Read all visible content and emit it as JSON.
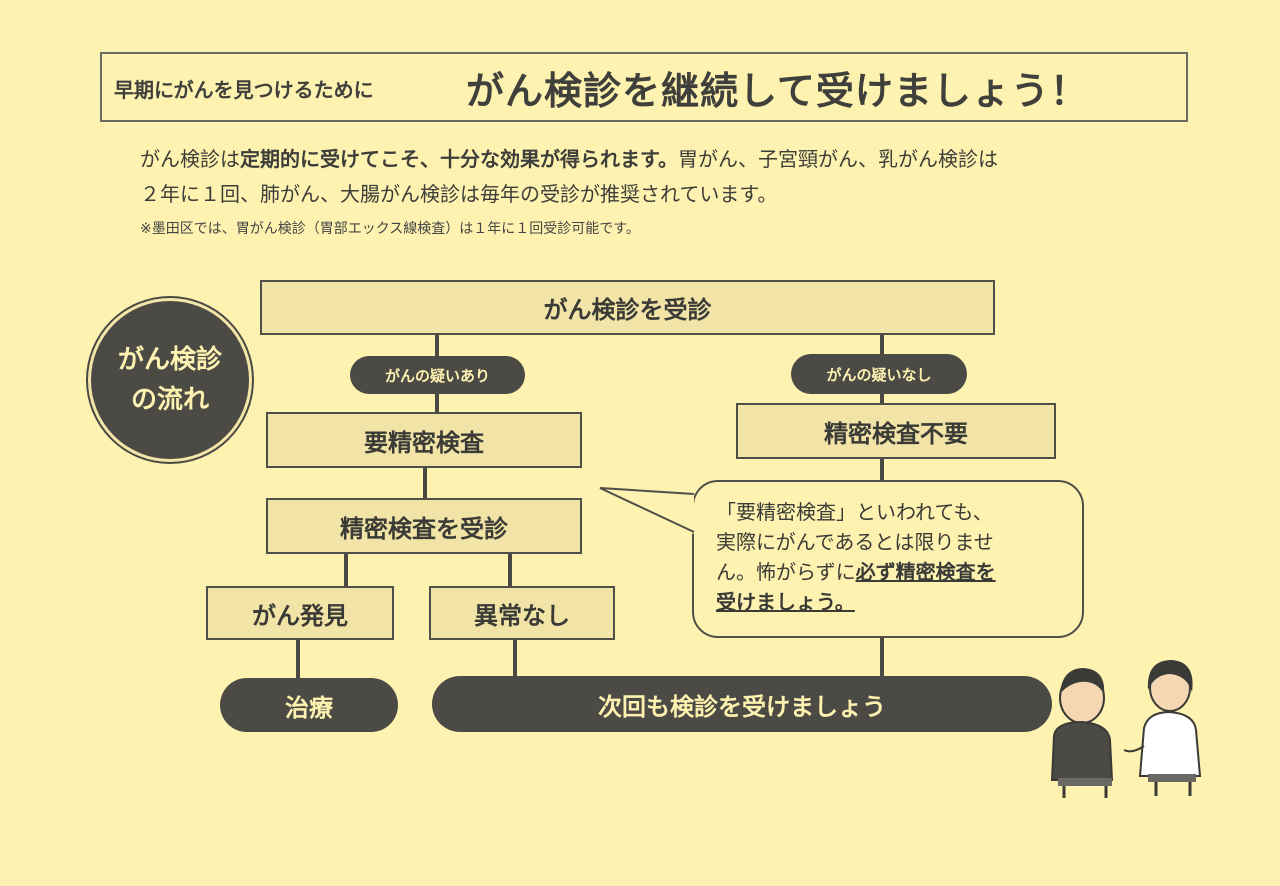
{
  "header": {
    "lead": "早期にがんを見つけるために",
    "title": "がん検診を継続して受けましょう！"
  },
  "intro": {
    "line1_pre": "がん検診は",
    "line1_bold": "定期的に受けてこそ、十分な効果が得られます。",
    "line1_post": "胃がん、子宮頸がん、乳がん検診は",
    "line2": "２年に１回、肺がん、大腸がん検診は毎年の受診が推奨されています。",
    "note": "※墨田区では、胃がん検診（胃部エックス線検査）は１年に１回受診可能です。"
  },
  "flow": {
    "badge_line1": "がん検診",
    "badge_line2": "の流れ",
    "top": "がん検診を受診",
    "suspected": "がんの疑いあり",
    "not_suspected": "がんの疑いなし",
    "detailed_required": "要精密検査",
    "detailed_not_required": "精密検査不要",
    "take_detailed": "精密検査を受診",
    "cancer_found": "がん発見",
    "no_abnormality": "異常なし",
    "treatment": "治療",
    "next_time": "次回も検診を受けましょう"
  },
  "bubble": {
    "line1": "「要精密検査」といわれても、",
    "line2": "実際にがんであるとは限りませ",
    "line3_pre": "ん。怖がらずに",
    "line3_emph": "必ず精密検査を",
    "line4_emph": "受けましょう。"
  },
  "colors": {
    "background": "#fdf2b0",
    "box_fill": "#f1e4a6",
    "dark": "#4b4a45"
  }
}
